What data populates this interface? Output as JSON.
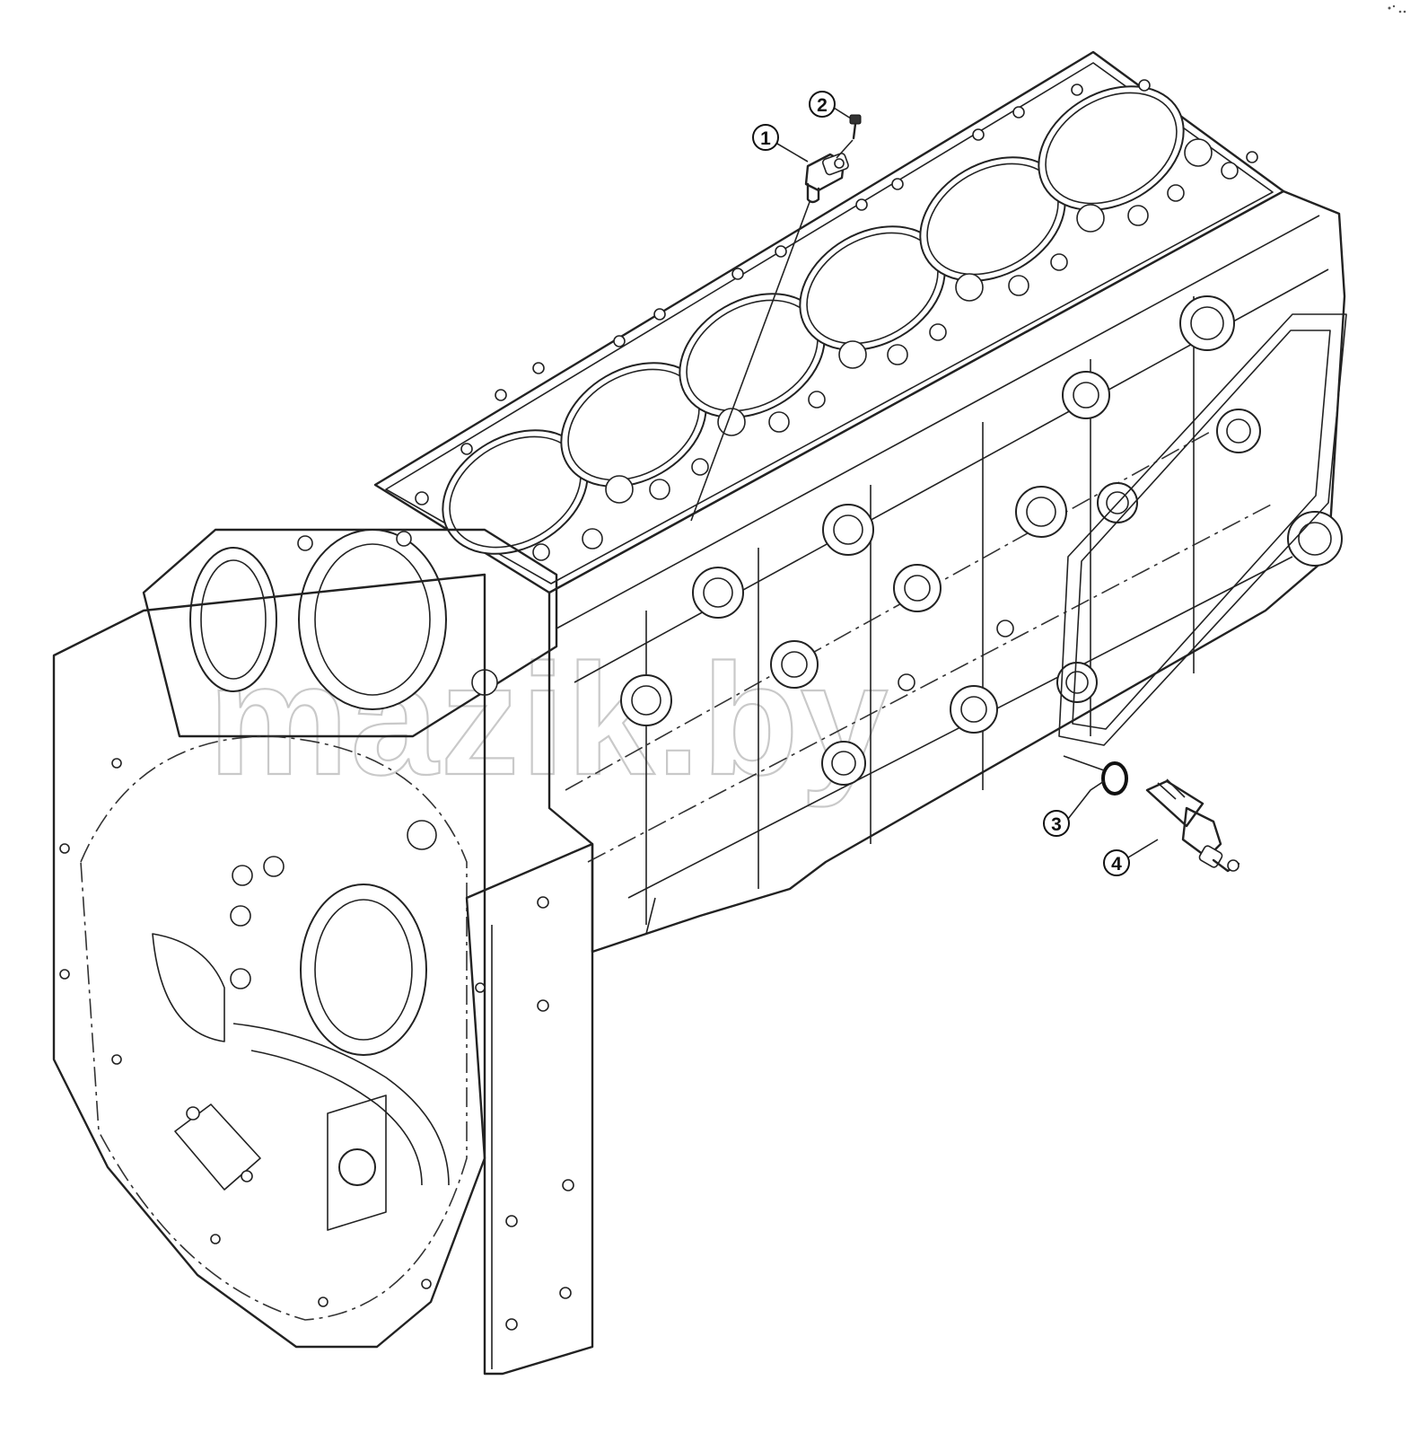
{
  "diagram": {
    "callouts": [
      {
        "id": "1",
        "label": "1"
      },
      {
        "id": "2",
        "label": "2"
      },
      {
        "id": "3",
        "label": "3"
      },
      {
        "id": "4",
        "label": "4"
      }
    ],
    "watermark": "mazik.by"
  },
  "colors": {
    "line": "#222222",
    "background": "#ffffff",
    "watermark": "#c9c9c9"
  }
}
